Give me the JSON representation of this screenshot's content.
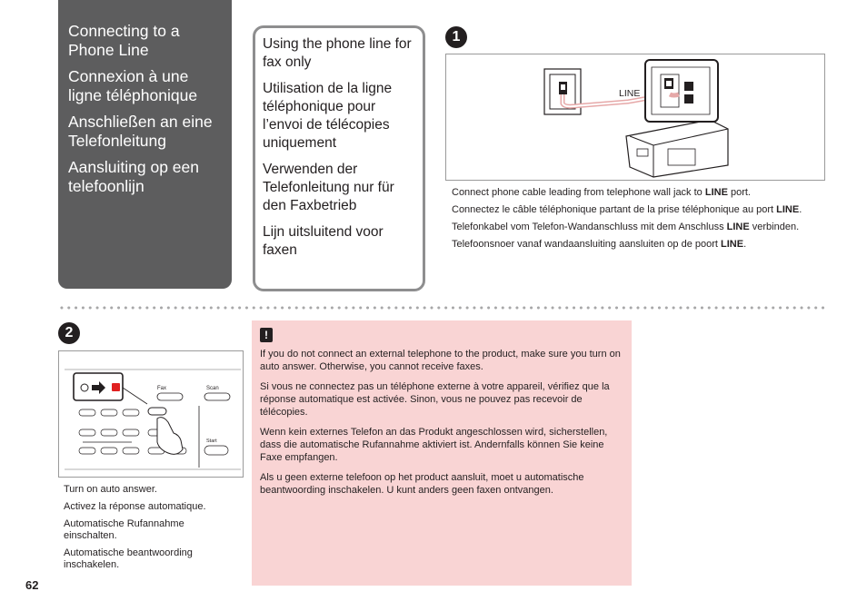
{
  "title_panel": {
    "en": "Connecting to a Phone Line",
    "fr": "Connexion à une ligne téléphonique",
    "de": "Anschließen an eine Telefonleitung",
    "nl": "Aansluiting op een telefoonlijn"
  },
  "note_box": {
    "en": "Using the phone line for fax only",
    "fr": "Utilisation de la ligne téléphonique pour l’envoi de télécopies uniquement",
    "de": "Verwenden der Telefonleitung nur für den Faxbetrieb",
    "nl": "Lijn uitsluitend voor faxen"
  },
  "step1": {
    "number": "1",
    "figure_label": "LINE",
    "instructions": [
      {
        "text": "Connect phone cable leading from telephone wall jack to ",
        "bold": "LINE",
        "after": " port."
      },
      {
        "text": "Connectez le câble téléphonique partant de la prise téléphonique au port ",
        "bold": "LINE",
        "after": "."
      },
      {
        "text": "Telefonkabel vom Telefon-Wandanschluss mit dem Anschluss ",
        "bold": "LINE",
        "after": " verbinden."
      },
      {
        "text": "Telefoonsnoer vanaf wandaansluiting aansluiten op de poort ",
        "bold": "LINE",
        "after": "."
      }
    ]
  },
  "step2": {
    "number": "2",
    "panel_labels": {
      "fax": "Fax",
      "scan": "Scan",
      "start": "Start"
    },
    "captions": [
      "Turn on auto answer.",
      "Activez la réponse automatique.",
      "Automatische Rufannahme einschalten.",
      "Automatische beantwoording inschakelen."
    ]
  },
  "warning": {
    "icon": "caution-icon",
    "paragraphs": [
      "If you do not connect an external telephone to the product, make sure you turn on auto answer. Otherwise, you cannot receive faxes.",
      "Si vous ne connectez pas un téléphone externe à votre appareil, vérifiez que la réponse automatique est activée. Sinon, vous ne pouvez pas recevoir de télécopies.",
      "Wenn kein externes Telefon an das Produkt angeschlossen wird, sicherstellen, dass die automatische Rufannahme aktiviert ist. Andernfalls können Sie keine Faxe empfangen.",
      "Als u geen externe telefoon op het product aansluit, moet u automatische beantwoording inschakelen. U kunt anders geen faxen ontvangen."
    ],
    "color": "#f9d4d4"
  },
  "page_number": "62"
}
